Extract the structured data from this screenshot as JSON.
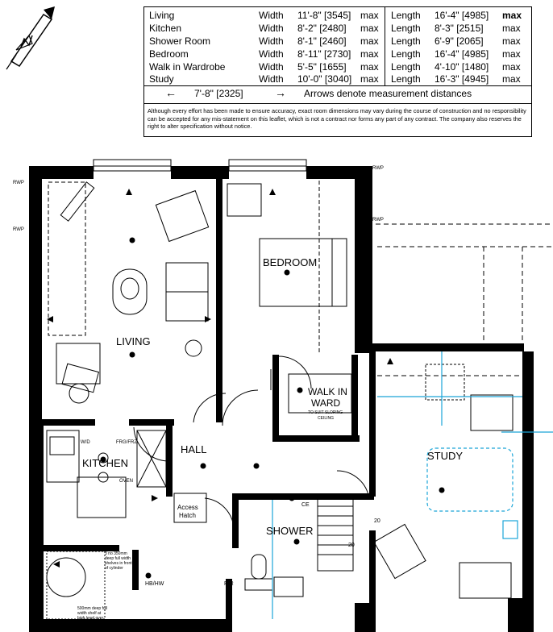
{
  "schedule": {
    "rooms": [
      {
        "name": "Living",
        "width_label": "Width",
        "width": "11'-8\" [3545]",
        "width_max": "max",
        "length_label": "Length",
        "length": "16'-4\" [4985]",
        "length_max": "max"
      },
      {
        "name": "Kitchen",
        "width_label": "Width",
        "width": "8'-2\" [2480]",
        "width_max": "max",
        "length_label": "Length",
        "length": "8'-3\" [2515]",
        "length_max": "max"
      },
      {
        "name": "Shower Room",
        "width_label": "Width",
        "width": "8'-1\" [2460]",
        "width_max": "max",
        "length_label": "Length",
        "length": "6'-9\" [2065]",
        "length_max": "max"
      },
      {
        "name": "Bedroom",
        "width_label": "Width",
        "width": "8'-11\" [2730]",
        "width_max": "max",
        "length_label": "Length",
        "length": "16'-4\" [4985]",
        "length_max": "max"
      },
      {
        "name": "Walk in Wardrobe",
        "width_label": "Width",
        "width": "5'-5\" [1655]",
        "width_max": "max",
        "length_label": "Length",
        "length": "4'-10\" [1480]",
        "length_max": "max"
      },
      {
        "name": "Study",
        "width_label": "Width",
        "width": "10'-0\" [3040]",
        "width_max": "max",
        "length_label": "Length",
        "length": "16'-3\" [4945]",
        "length_max": "max"
      }
    ],
    "legend": {
      "example": "7'-8\" [2325]",
      "caption": "Arrows denote measurement distances",
      "left_arrow": "←",
      "right_arrow": "→"
    },
    "disclaimer": "Although every effort has been made to ensure accuracy, exact room dimensions may vary during the course of construction and no responsibility can be accepted for any mis-statement on this leaflet, which is not a contract nor forms any part of any contract. The company also reserves the right to alter specification without notice."
  },
  "plan": {
    "room_labels": {
      "living": "LIVING",
      "bedroom": "BEDROOM",
      "kitchen": "KITCHEN",
      "hall": "HALL",
      "shower": "SHOWER",
      "study": "STUDY",
      "walkin_1": "WALK IN",
      "walkin_2": "WARD"
    },
    "notes": {
      "rwp": "RWP",
      "access_1": "Access",
      "access_2": "Hatch",
      "sloping_1": "TO SUIT SLOPING",
      "sloping_2": "CEILING",
      "wd": "W/D",
      "frgfrz": "FRG/FRZ",
      "oven": "OVEN",
      "shelf_1": "3 no 350mm",
      "shelf_2": "deep full width",
      "shelf_3": "shelves in front",
      "shelf_4": "of cylinder",
      "cyl_1": "500mm deep full",
      "cyl_2": "width shelf at",
      "cyl_3": "high level over",
      "cyl_4": "cylinder",
      "hbhw": "HB/HW",
      "pir": "PIR",
      "n20a": "20",
      "n20b": "20",
      "ce": "CE"
    },
    "colors": {
      "wall": "#000000",
      "line": "#000000",
      "cyan": "#1aa5d8"
    }
  }
}
